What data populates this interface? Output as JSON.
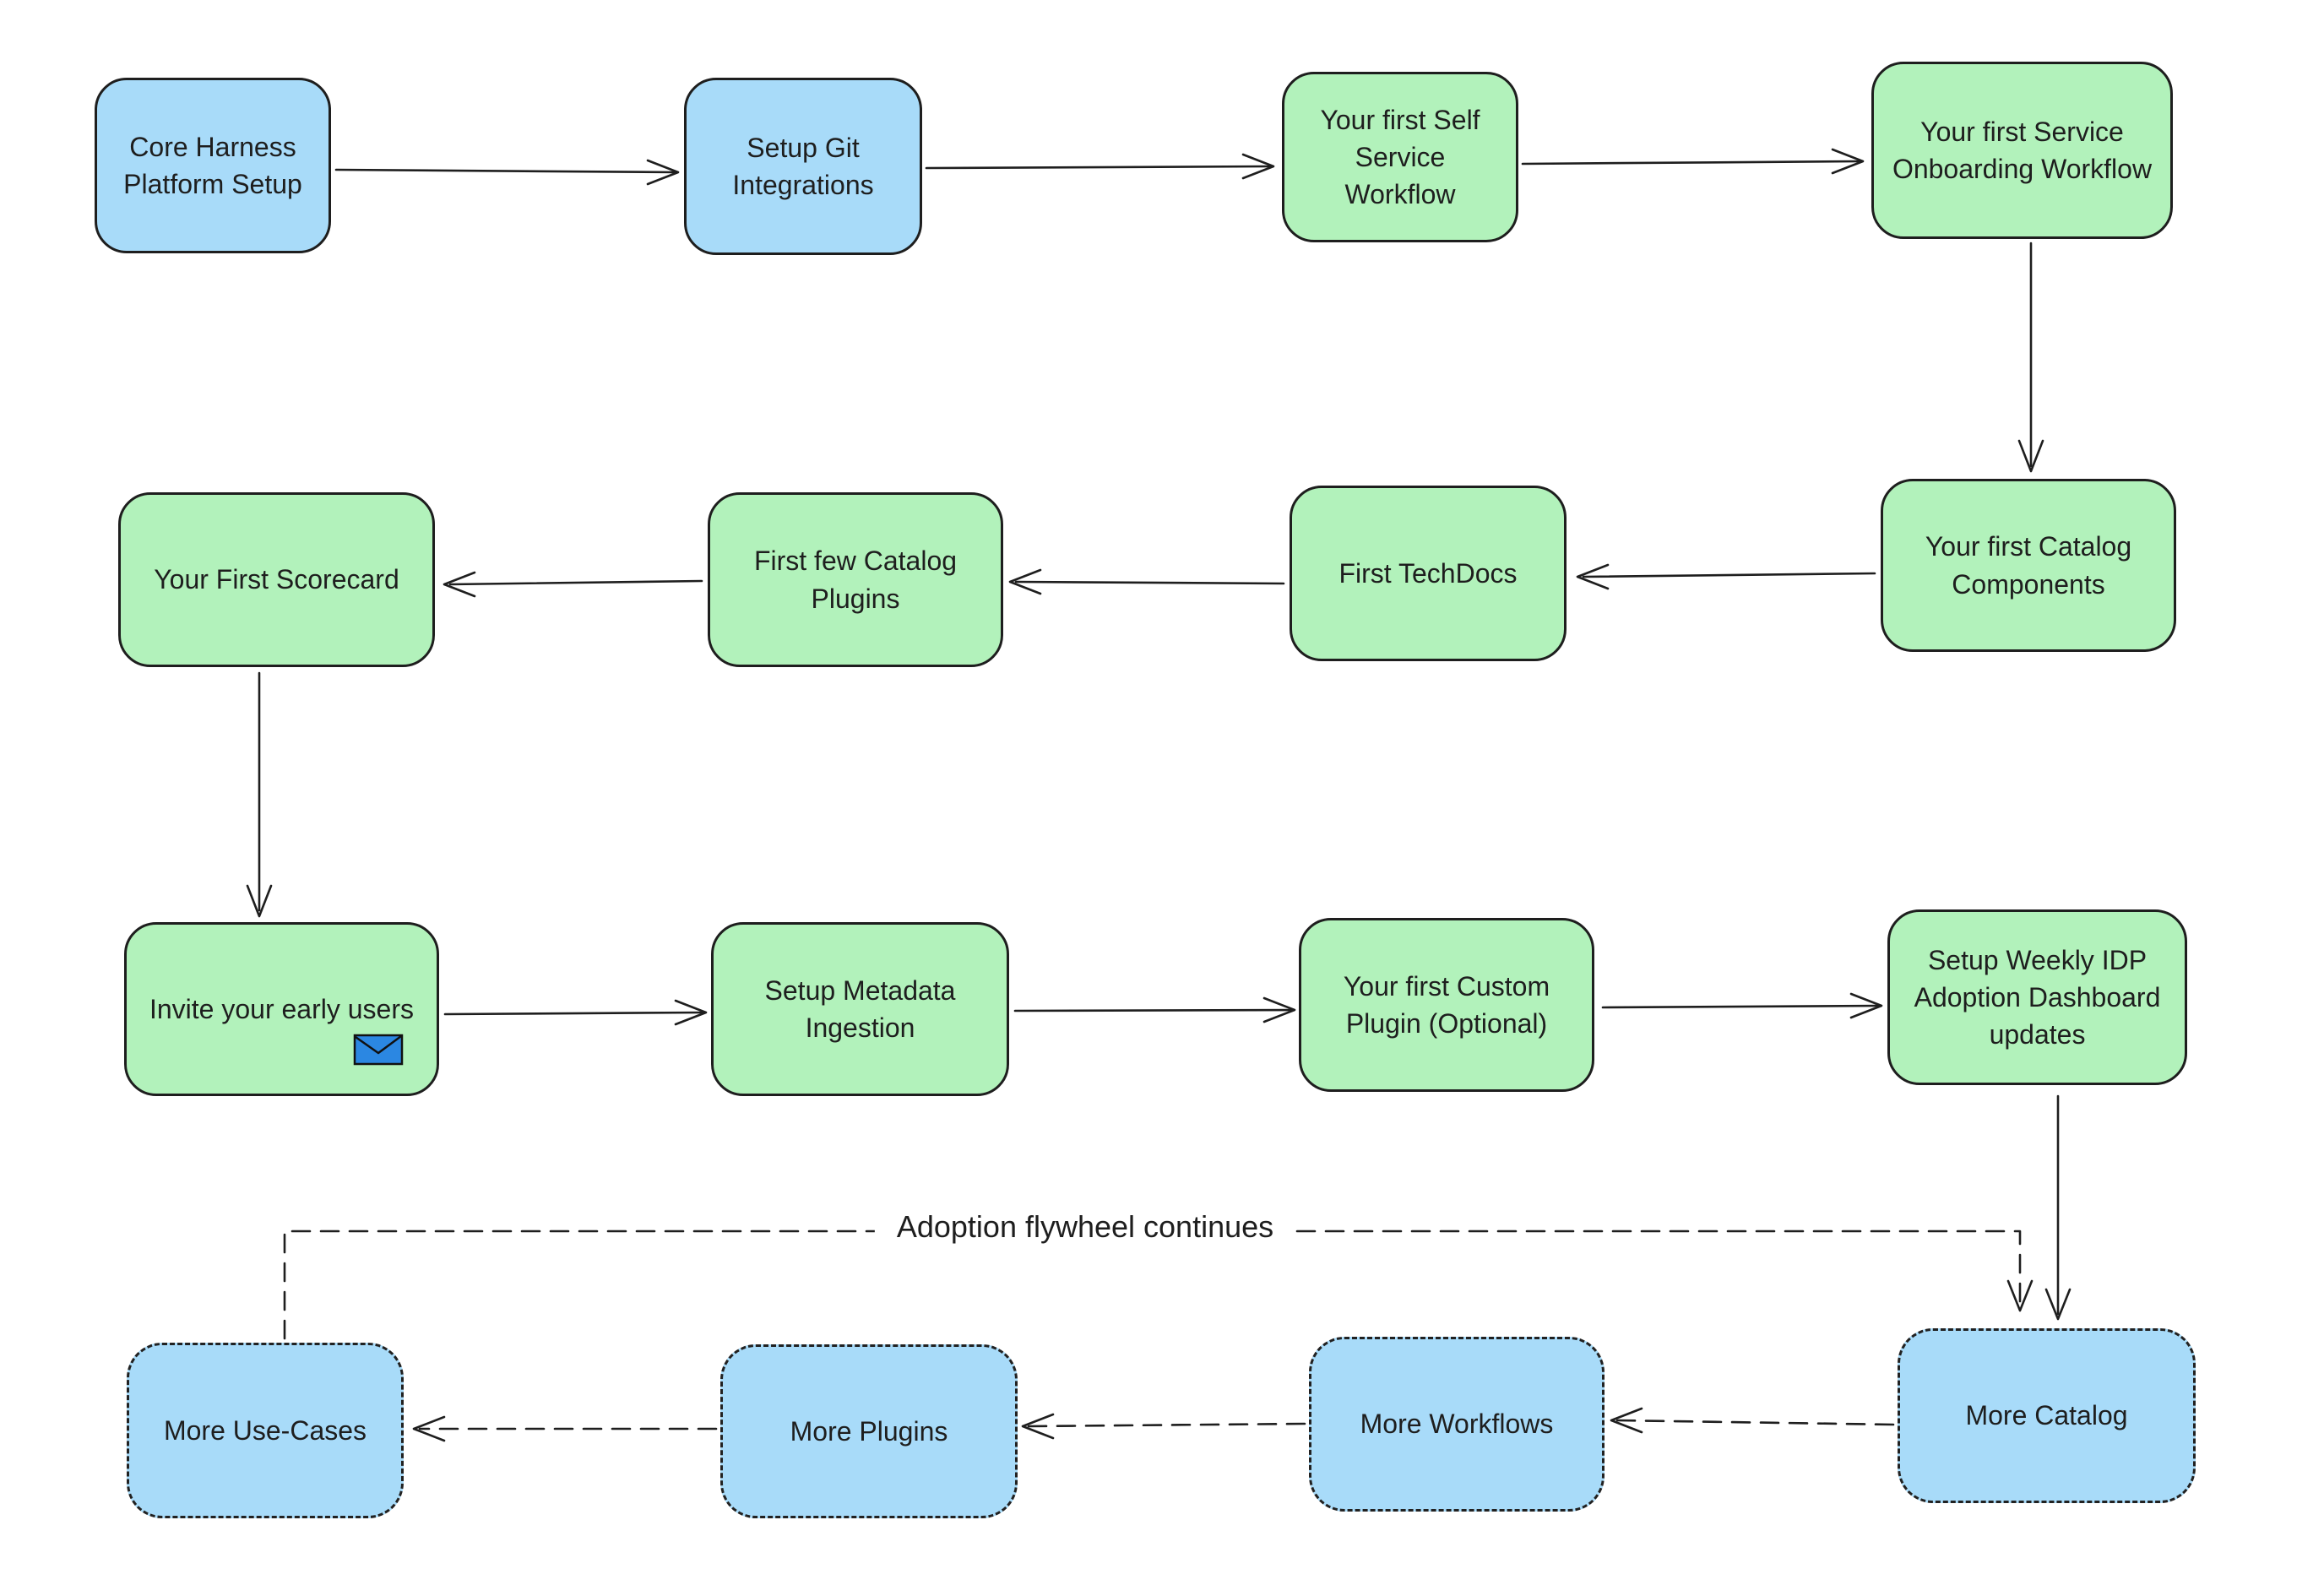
{
  "colors": {
    "node_blue_fill": "#a8dbf9",
    "node_green_fill": "#b2f2bb",
    "stroke": "#1e1e1e",
    "envelope_blue": "#2b87e2",
    "background": "#ffffff"
  },
  "nodes": {
    "core_harness": {
      "label": "Core Harness Platform Setup",
      "color": "blue",
      "border": "solid"
    },
    "git_integrations": {
      "label": "Setup Git Integrations",
      "color": "blue",
      "border": "solid"
    },
    "self_service_workflow": {
      "label": "Your first Self Service Workflow",
      "color": "green",
      "border": "solid"
    },
    "service_onboarding_workflow": {
      "label": "Your first Service Onboarding Workflow",
      "color": "green",
      "border": "solid"
    },
    "catalog_components": {
      "label": "Your first Catalog Components",
      "color": "green",
      "border": "solid"
    },
    "first_techdocs": {
      "label": "First TechDocs",
      "color": "green",
      "border": "solid"
    },
    "catalog_plugins": {
      "label": "First few Catalog Plugins",
      "color": "green",
      "border": "solid"
    },
    "first_scorecard": {
      "label": "Your First Scorecard",
      "color": "green",
      "border": "solid"
    },
    "invite_users": {
      "label": "Invite your early users",
      "color": "green",
      "border": "solid",
      "icon": "envelope-icon"
    },
    "metadata_ingestion": {
      "label": "Setup Metadata Ingestion",
      "color": "green",
      "border": "solid"
    },
    "custom_plugin": {
      "label": "Your first Custom Plugin (Optional)",
      "color": "green",
      "border": "solid"
    },
    "idp_dashboard": {
      "label": "Setup Weekly IDP Adoption Dashboard updates",
      "color": "green",
      "border": "solid"
    },
    "more_catalog": {
      "label": "More Catalog",
      "color": "blue",
      "border": "dashed"
    },
    "more_workflows": {
      "label": "More Workflows",
      "color": "blue",
      "border": "dashed"
    },
    "more_plugins": {
      "label": "More Plugins",
      "color": "blue",
      "border": "dashed"
    },
    "more_use_cases": {
      "label": "More Use-Cases",
      "color": "blue",
      "border": "dashed"
    }
  },
  "edges": [
    {
      "from": "core_harness",
      "to": "git_integrations",
      "style": "solid"
    },
    {
      "from": "git_integrations",
      "to": "self_service_workflow",
      "style": "solid"
    },
    {
      "from": "self_service_workflow",
      "to": "service_onboarding_workflow",
      "style": "solid"
    },
    {
      "from": "service_onboarding_workflow",
      "to": "catalog_components",
      "style": "solid"
    },
    {
      "from": "catalog_components",
      "to": "first_techdocs",
      "style": "solid"
    },
    {
      "from": "first_techdocs",
      "to": "catalog_plugins",
      "style": "solid"
    },
    {
      "from": "catalog_plugins",
      "to": "first_scorecard",
      "style": "solid"
    },
    {
      "from": "first_scorecard",
      "to": "invite_users",
      "style": "solid"
    },
    {
      "from": "invite_users",
      "to": "metadata_ingestion",
      "style": "solid"
    },
    {
      "from": "metadata_ingestion",
      "to": "custom_plugin",
      "style": "solid"
    },
    {
      "from": "custom_plugin",
      "to": "idp_dashboard",
      "style": "solid"
    },
    {
      "from": "idp_dashboard",
      "to": "more_catalog",
      "style": "solid"
    },
    {
      "from": "more_catalog",
      "to": "more_workflows",
      "style": "dashed"
    },
    {
      "from": "more_workflows",
      "to": "more_plugins",
      "style": "dashed"
    },
    {
      "from": "more_plugins",
      "to": "more_use_cases",
      "style": "dashed"
    },
    {
      "from": "more_use_cases",
      "to": "more_catalog",
      "style": "dashed",
      "label": "Adoption flywheel continues"
    }
  ],
  "annotations": {
    "flywheel": "Adoption flywheel continues"
  }
}
